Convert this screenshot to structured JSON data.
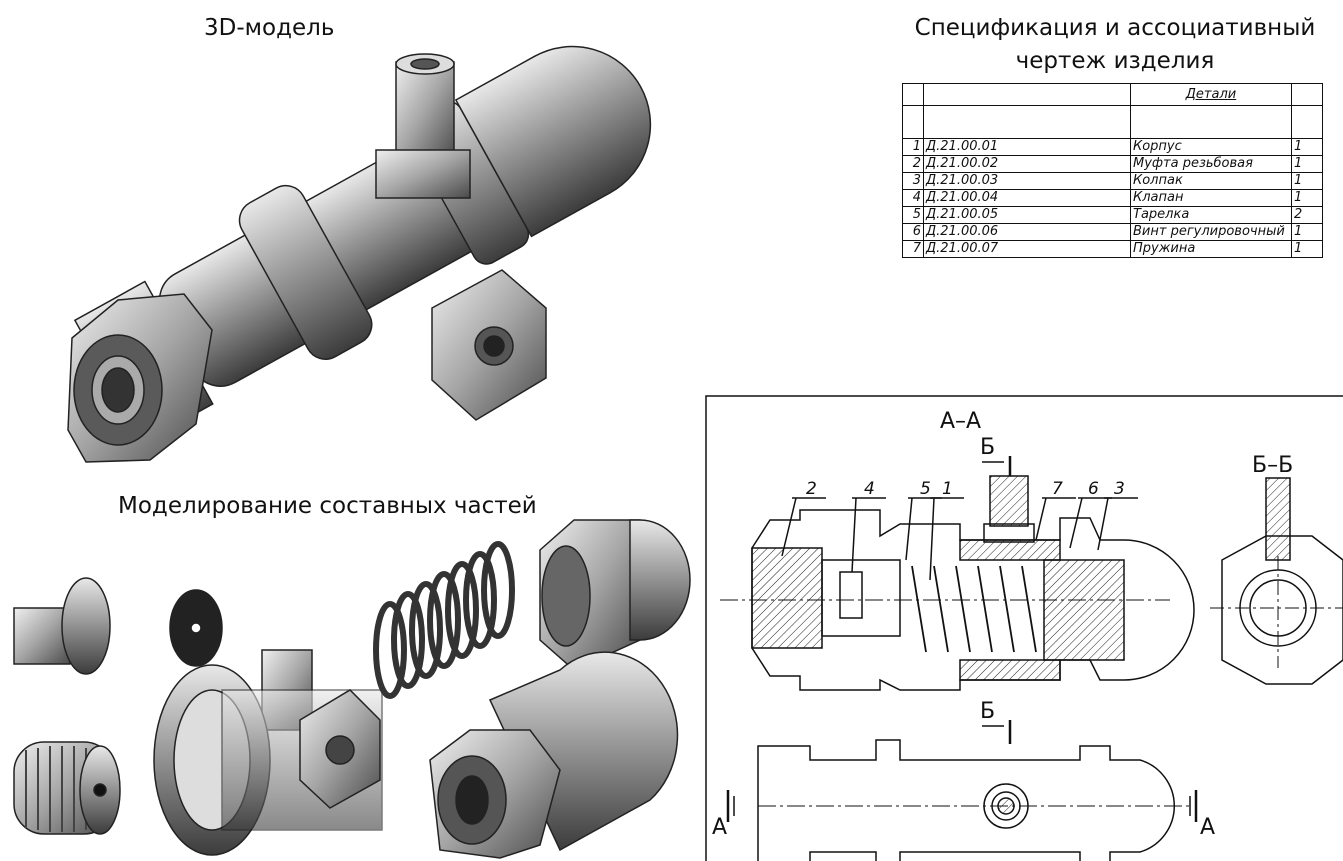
{
  "headings": {
    "model": "3D-модель",
    "spec_line1": "Спецификация и ассоциативный",
    "spec_line2": "чертеж изделия",
    "parts": "Моделирование составных частей"
  },
  "spec_table": {
    "section": "Детали",
    "rows": [
      {
        "pos": "1",
        "code": "Д.21.00.01",
        "name": "Корпус",
        "qty": "1"
      },
      {
        "pos": "2",
        "code": "Д.21.00.02",
        "name": "Муфта резьбовая",
        "qty": "1"
      },
      {
        "pos": "3",
        "code": "Д.21.00.03",
        "name": "Колпак",
        "qty": "1"
      },
      {
        "pos": "4",
        "code": "Д.21.00.04",
        "name": "Клапан",
        "qty": "1"
      },
      {
        "pos": "5",
        "code": "Д.21.00.05",
        "name": "Тарелка",
        "qty": "2"
      },
      {
        "pos": "6",
        "code": "Д.21.00.06",
        "name": "Винт регулировочный",
        "qty": "1"
      },
      {
        "pos": "7",
        "code": "Д.21.00.07",
        "name": "Пружина",
        "qty": "1"
      }
    ]
  },
  "drawing": {
    "section_aa": "А–А",
    "section_bb": "Б–Б",
    "cut_b": "Б",
    "cut_a": "А",
    "callouts": [
      "2",
      "4",
      "5",
      "1",
      "7",
      "6",
      "3"
    ]
  }
}
